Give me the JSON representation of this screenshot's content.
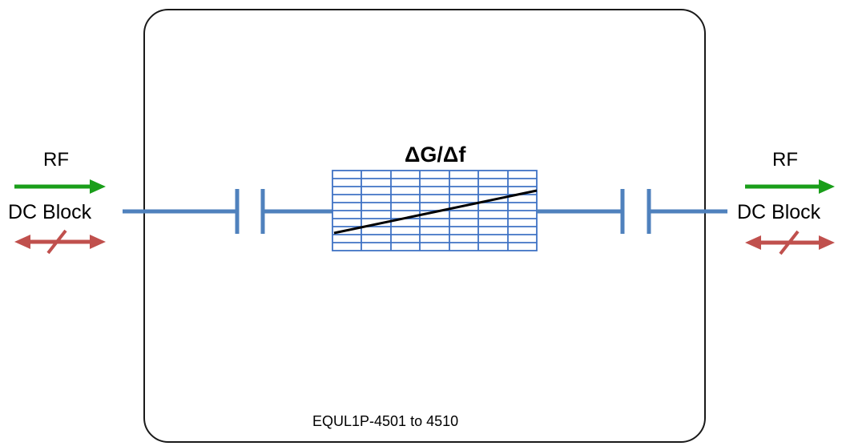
{
  "block_title": "ΔG/Δf",
  "part_number": "EQUL1P-4501 to 4510",
  "left_port": {
    "rf_label": "RF",
    "dc_label": "DC Block"
  },
  "right_port": {
    "rf_label": "RF",
    "dc_label": "DC Block"
  },
  "colors": {
    "rf_arrow": "#1a9e1a",
    "dc_arrow": "#c0504d",
    "line": "#4f81bd",
    "grid": "#3f72c4",
    "outline": "#1a1a1a",
    "slope": "#000000"
  }
}
